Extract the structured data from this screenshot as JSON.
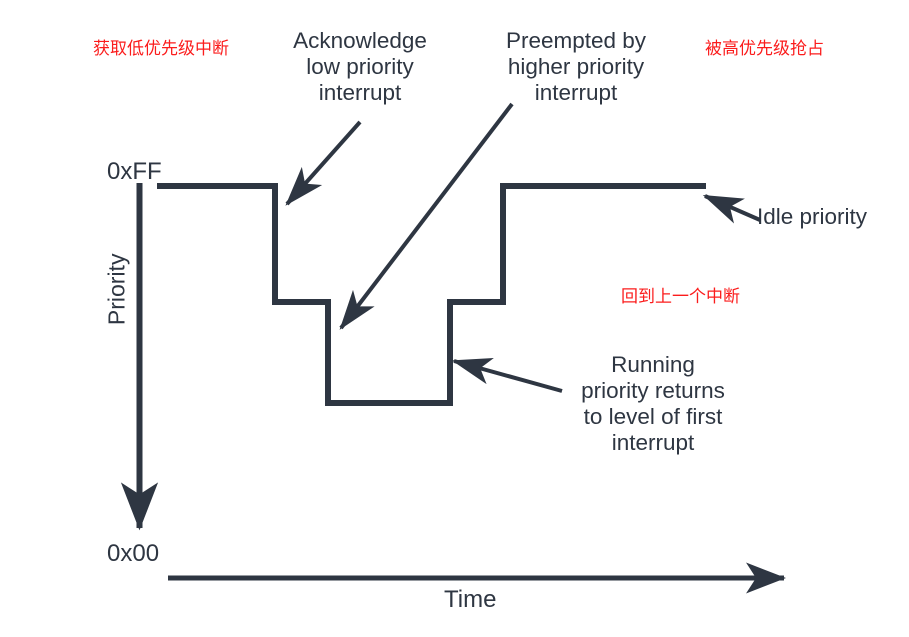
{
  "figure": {
    "type": "step-waveform-timing-diagram",
    "line_color": "#2e3642",
    "annotation_color": "#2e3642",
    "chinese_annotation_color": "#fb1c1c",
    "background": "#ffffff"
  },
  "axes": {
    "y_label": "Priority",
    "y_top_value": "0xFF",
    "y_bottom_value": "0x00",
    "x_label": "Time"
  },
  "annotations": {
    "acknowledge": "Acknowledge\nlow priority\ninterrupt",
    "preempted": "Preempted by\nhigher priority\ninterrupt",
    "idle": "Idle priority",
    "running": "Running\npriority returns\nto level of first\ninterrupt"
  },
  "chinese_annotations": {
    "acquire_low_priority_interrupt": "获取低优先级中断",
    "preempted_by_high_priority": "被高优先级抢占",
    "return_to_previous_interrupt": "回到上一个中断"
  },
  "chart_data": {
    "type": "line",
    "title": "",
    "xlabel": "Time",
    "ylabel": "Priority",
    "ylim": [
      "0x00",
      "0xFF"
    ],
    "grid": false,
    "legend": "none",
    "levels": {
      "idle": "0xFF",
      "first_interrupt": "mid",
      "higher_priority_interrupt": "low"
    },
    "series": [
      {
        "name": "Running priority",
        "step": "post",
        "points": [
          {
            "t": 0,
            "level": "idle",
            "label": "0xFF idle priority"
          },
          {
            "t": 1,
            "level": "mid",
            "label": "Acknowledge low priority interrupt"
          },
          {
            "t": 2,
            "level": "low",
            "label": "Preempted by higher priority interrupt"
          },
          {
            "t": 3,
            "level": "mid",
            "label": "Running priority returns to level of first interrupt"
          },
          {
            "t": 4,
            "level": "idle",
            "label": "Idle priority"
          }
        ]
      }
    ]
  }
}
